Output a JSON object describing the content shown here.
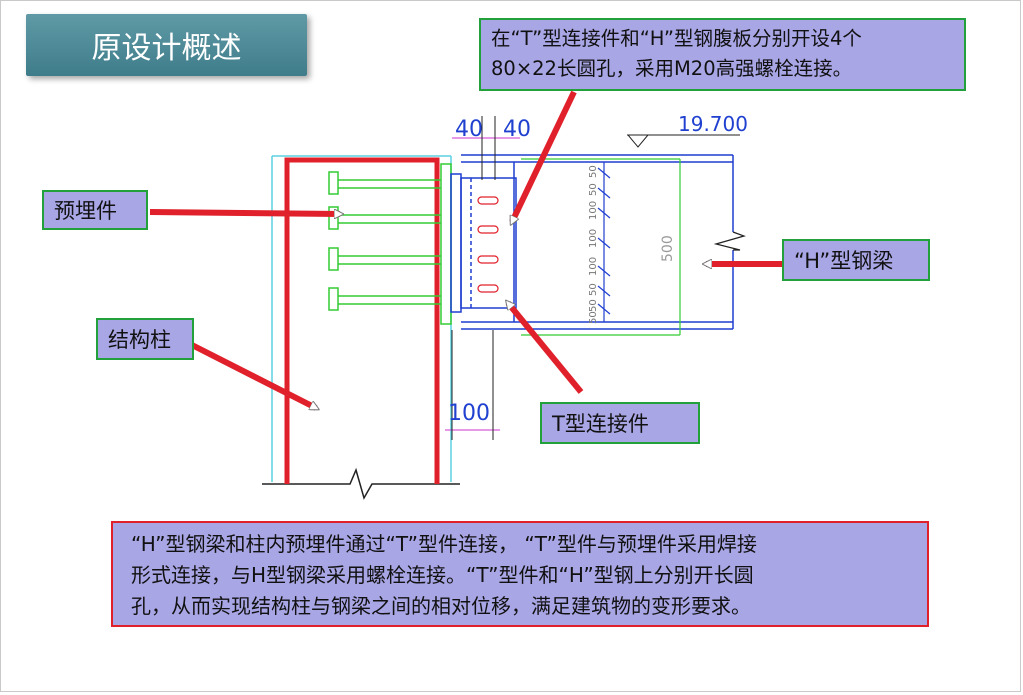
{
  "title": "原设计概述",
  "labels": {
    "embedded": "预埋件",
    "column": "结构柱",
    "h_beam": "“H”型钢梁",
    "t_connector": "T型连接件"
  },
  "note_top": {
    "line1": "在“T”型连接件和“H”型钢腹板分别开设4个",
    "line2": "80×22长圆孔，采用M20高强螺栓连接。"
  },
  "note_bottom": {
    "line1": "“H”型钢梁和柱内预埋件通过“T”型件连接， “T”型件与预埋件采用焊接",
    "line2": "形式连接，与H型钢梁采用螺栓连接。“T”型件和“H”型钢上分别开长圆",
    "line3": "孔，从而实现结构柱与钢梁之间的相对位移，满足建筑物的变形要求。"
  },
  "dimensions": {
    "dim_40_left": "40",
    "dim_40_right": "40",
    "elevation": "19.700",
    "beam_depth": "500",
    "dim_100": "100",
    "spacing_right": [
      "50",
      "50",
      "100",
      "100",
      "100",
      "50",
      "50",
      "50"
    ]
  },
  "colors": {
    "title_bg": "#4a8794",
    "label_bg": "#a9a6e6",
    "label_border": "#22a03a",
    "note_border": "#e0202a",
    "arrow": "#e0202a",
    "column_line": "#e0202a",
    "embed_line": "#33cc33",
    "steel_line": "#1f3fd0"
  }
}
